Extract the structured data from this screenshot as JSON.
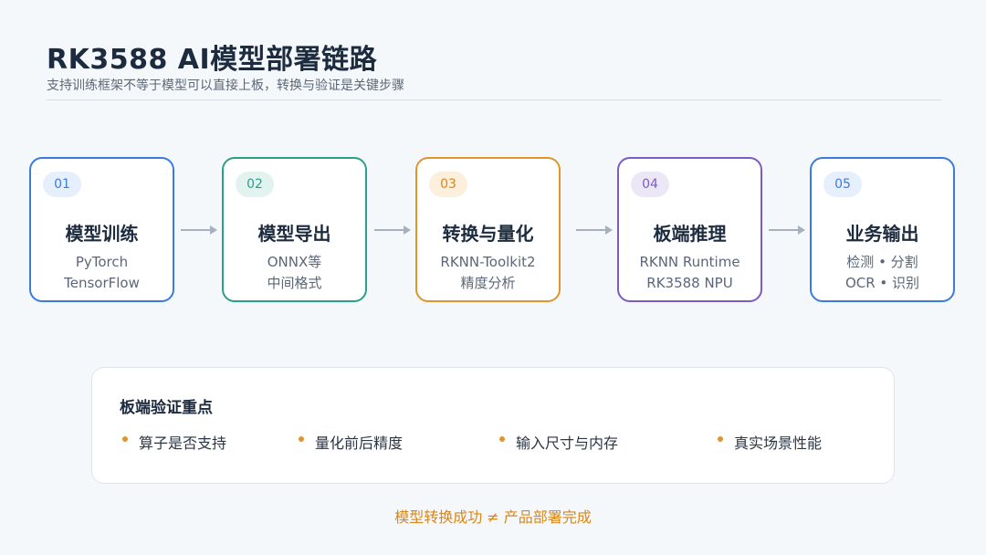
{
  "header": {
    "title": "RK3588 AI模型部署链路",
    "subtitle": "支持训练框架不等于模型可以直接上板，转换与验证是关键步骤"
  },
  "pipeline": [
    {
      "num": "01",
      "title": "模型训练",
      "line1": "PyTorch",
      "line2": "TensorFlow",
      "color": "#3b7be0",
      "badge_bg": "#e6effc",
      "badge_fg": "#3b7be0"
    },
    {
      "num": "02",
      "title": "模型导出",
      "line1": "ONNX等",
      "line2": "中间格式",
      "color": "#2aa08a",
      "badge_bg": "#e2f3ef",
      "badge_fg": "#2aa08a"
    },
    {
      "num": "03",
      "title": "转换与量化",
      "line1": "RKNN-Toolkit2",
      "line2": "精度分析",
      "color": "#e0942a",
      "badge_bg": "#fcefdc",
      "badge_fg": "#d9861a"
    },
    {
      "num": "04",
      "title": "板端推理",
      "line1": "RKNN Runtime",
      "line2": "RK3588 NPU",
      "color": "#7b5cc0",
      "badge_bg": "#ece7f7",
      "badge_fg": "#7b5cc0"
    },
    {
      "num": "05",
      "title": "业务输出",
      "line1": "检测 • 分割",
      "line2": "OCR • 识别",
      "color": "#3b7be0",
      "badge_bg": "#e6effc",
      "badge_fg": "#3b7be0"
    }
  ],
  "focus": {
    "title": "板端验证重点",
    "items": [
      "算子是否支持",
      "量化前后精度",
      "输入尺寸与内存",
      "真实场景性能"
    ]
  },
  "footer": "模型转换成功 ≠ 产品部署完成"
}
